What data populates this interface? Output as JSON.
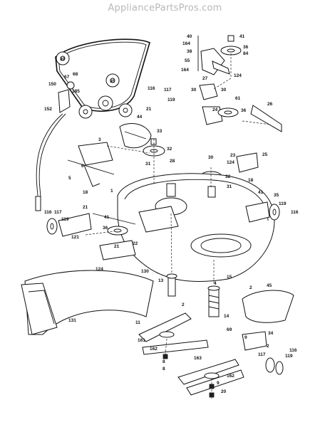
{
  "watermark": "AppliancePartsPros.com",
  "labels": [
    {
      "id": "l1",
      "text": "40"
    },
    {
      "id": "l2",
      "text": "164"
    },
    {
      "id": "l3",
      "text": "38"
    },
    {
      "id": "l4",
      "text": "55"
    },
    {
      "id": "l5",
      "text": "164"
    },
    {
      "id": "l6",
      "text": "41"
    },
    {
      "id": "l7",
      "text": "36"
    },
    {
      "id": "l8",
      "text": "84"
    },
    {
      "id": "l9",
      "text": "124"
    },
    {
      "id": "l10",
      "text": "39"
    },
    {
      "id": "l11",
      "text": "35"
    },
    {
      "id": "l12",
      "text": "67"
    },
    {
      "id": "l13",
      "text": "68"
    },
    {
      "id": "l14",
      "text": "150"
    },
    {
      "id": "l15",
      "text": "185"
    },
    {
      "id": "l16",
      "text": "152"
    },
    {
      "id": "l17",
      "text": "116"
    },
    {
      "id": "l18",
      "text": "117"
    },
    {
      "id": "l19",
      "text": "119"
    },
    {
      "id": "l20",
      "text": "21"
    },
    {
      "id": "l21",
      "text": "30"
    },
    {
      "id": "l22",
      "text": "27"
    },
    {
      "id": "l23",
      "text": "30"
    },
    {
      "id": "l24",
      "text": "61"
    },
    {
      "id": "l25",
      "text": "24"
    },
    {
      "id": "l26",
      "text": "36"
    },
    {
      "id": "l27",
      "text": "26"
    },
    {
      "id": "l28",
      "text": "44"
    },
    {
      "id": "l29",
      "text": "3"
    },
    {
      "id": "l30",
      "text": "33"
    },
    {
      "id": "l31",
      "text": "32"
    },
    {
      "id": "l32",
      "text": "31"
    },
    {
      "id": "l33",
      "text": "28"
    },
    {
      "id": "l34",
      "text": "6"
    },
    {
      "id": "l35",
      "text": "5"
    },
    {
      "id": "l36",
      "text": "18"
    },
    {
      "id": "l37",
      "text": "30"
    },
    {
      "id": "l38",
      "text": "23"
    },
    {
      "id": "l39",
      "text": "124"
    },
    {
      "id": "l40",
      "text": "25"
    },
    {
      "id": "l41",
      "text": "1"
    },
    {
      "id": "l42",
      "text": "32"
    },
    {
      "id": "l43",
      "text": "31"
    },
    {
      "id": "l44",
      "text": "18"
    },
    {
      "id": "l45",
      "text": "41"
    },
    {
      "id": "l46",
      "text": "35"
    },
    {
      "id": "l47",
      "text": "119"
    },
    {
      "id": "l48",
      "text": "116"
    },
    {
      "id": "l49",
      "text": "116"
    },
    {
      "id": "l50",
      "text": "117"
    },
    {
      "id": "l51",
      "text": "119"
    },
    {
      "id": "l52",
      "text": "21"
    },
    {
      "id": "l53",
      "text": "41"
    },
    {
      "id": "l54",
      "text": "36"
    },
    {
      "id": "l55",
      "text": "22"
    },
    {
      "id": "l56",
      "text": "124"
    },
    {
      "id": "l57",
      "text": "130"
    },
    {
      "id": "l58",
      "text": "13"
    },
    {
      "id": "l59",
      "text": "15"
    },
    {
      "id": "l60",
      "text": "2"
    },
    {
      "id": "l61",
      "text": "45"
    },
    {
      "id": "l62",
      "text": "131"
    },
    {
      "id": "l63",
      "text": "11"
    },
    {
      "id": "l64",
      "text": "14"
    },
    {
      "id": "l65",
      "text": "69"
    },
    {
      "id": "l66",
      "text": "161"
    },
    {
      "id": "l67",
      "text": "162"
    },
    {
      "id": "l68",
      "text": "8"
    },
    {
      "id": "l69",
      "text": "163"
    },
    {
      "id": "l70",
      "text": "162"
    },
    {
      "id": "l71",
      "text": "9"
    },
    {
      "id": "l72",
      "text": "20"
    },
    {
      "id": "l73",
      "text": "34"
    },
    {
      "id": "l74",
      "text": "117"
    },
    {
      "id": "l75",
      "text": "116"
    },
    {
      "id": "l76",
      "text": "119"
    },
    {
      "id": "l77",
      "text": "2"
    },
    {
      "id": "l78",
      "text": "4"
    },
    {
      "id": "l79",
      "text": "2"
    },
    {
      "id": "l80",
      "text": "8"
    },
    {
      "id": "l81",
      "text": "9"
    },
    {
      "id": "l82",
      "text": "21"
    },
    {
      "id": "l83",
      "text": "121"
    }
  ]
}
